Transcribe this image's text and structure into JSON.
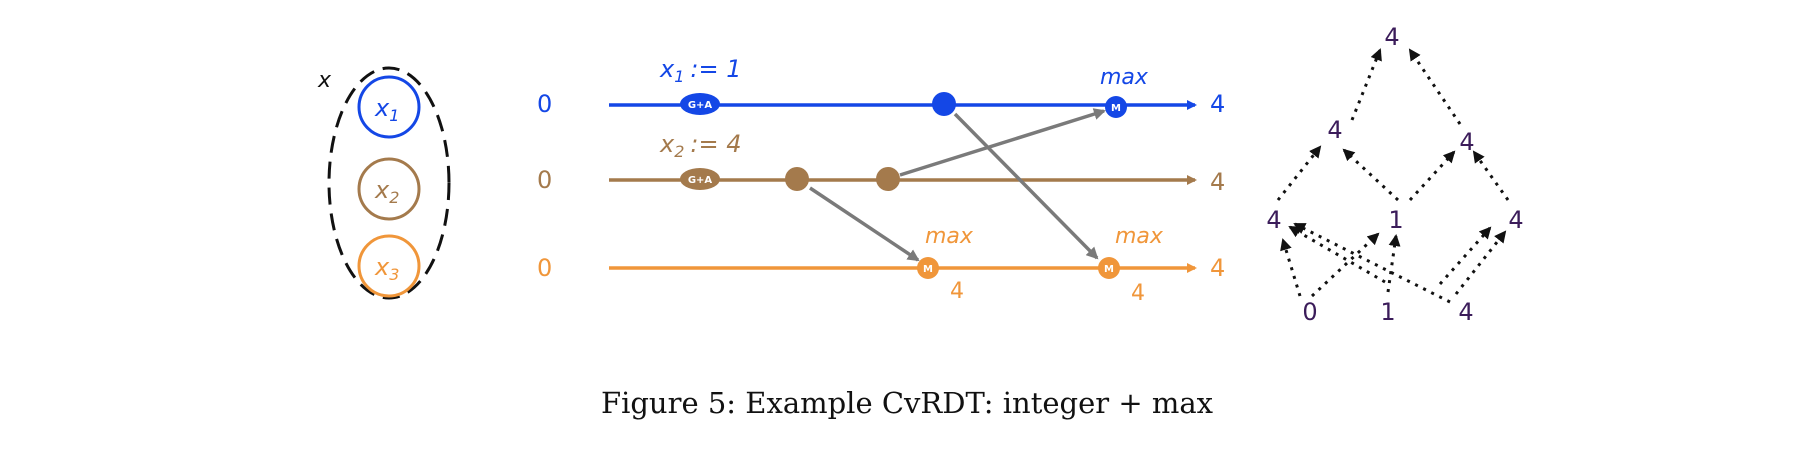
{
  "colors": {
    "replica1": "#1447e6",
    "replica2": "#a47a4c",
    "replica3": "#f0963a",
    "message": "#7a7a7a",
    "lattice": "#3b1c5a",
    "black": "#111111"
  },
  "object": {
    "name": "x",
    "replicas": [
      {
        "base": "x",
        "sub": "1"
      },
      {
        "base": "x",
        "sub": "2"
      },
      {
        "base": "x",
        "sub": "3"
      }
    ]
  },
  "timeline": {
    "initial_values": [
      "0",
      "0",
      "0"
    ],
    "final_values": [
      "4",
      "4",
      "4"
    ],
    "assign1": {
      "base": "x",
      "sub": "1",
      "op": ":= ",
      "value": "1"
    },
    "assign2": {
      "base": "x",
      "sub": "2",
      "op": ":= ",
      "value": "4"
    },
    "update_badge": "G+A",
    "merge_badge": "M",
    "merge_label": "max",
    "merge_results": [
      "4",
      "4"
    ]
  },
  "lattice": {
    "top": "4",
    "upper": [
      "4",
      "4"
    ],
    "middle": [
      "4",
      "1",
      "4"
    ],
    "bottom": [
      "0",
      "1",
      "4"
    ]
  },
  "caption": "Figure 5: Example CvRDT: integer + max"
}
